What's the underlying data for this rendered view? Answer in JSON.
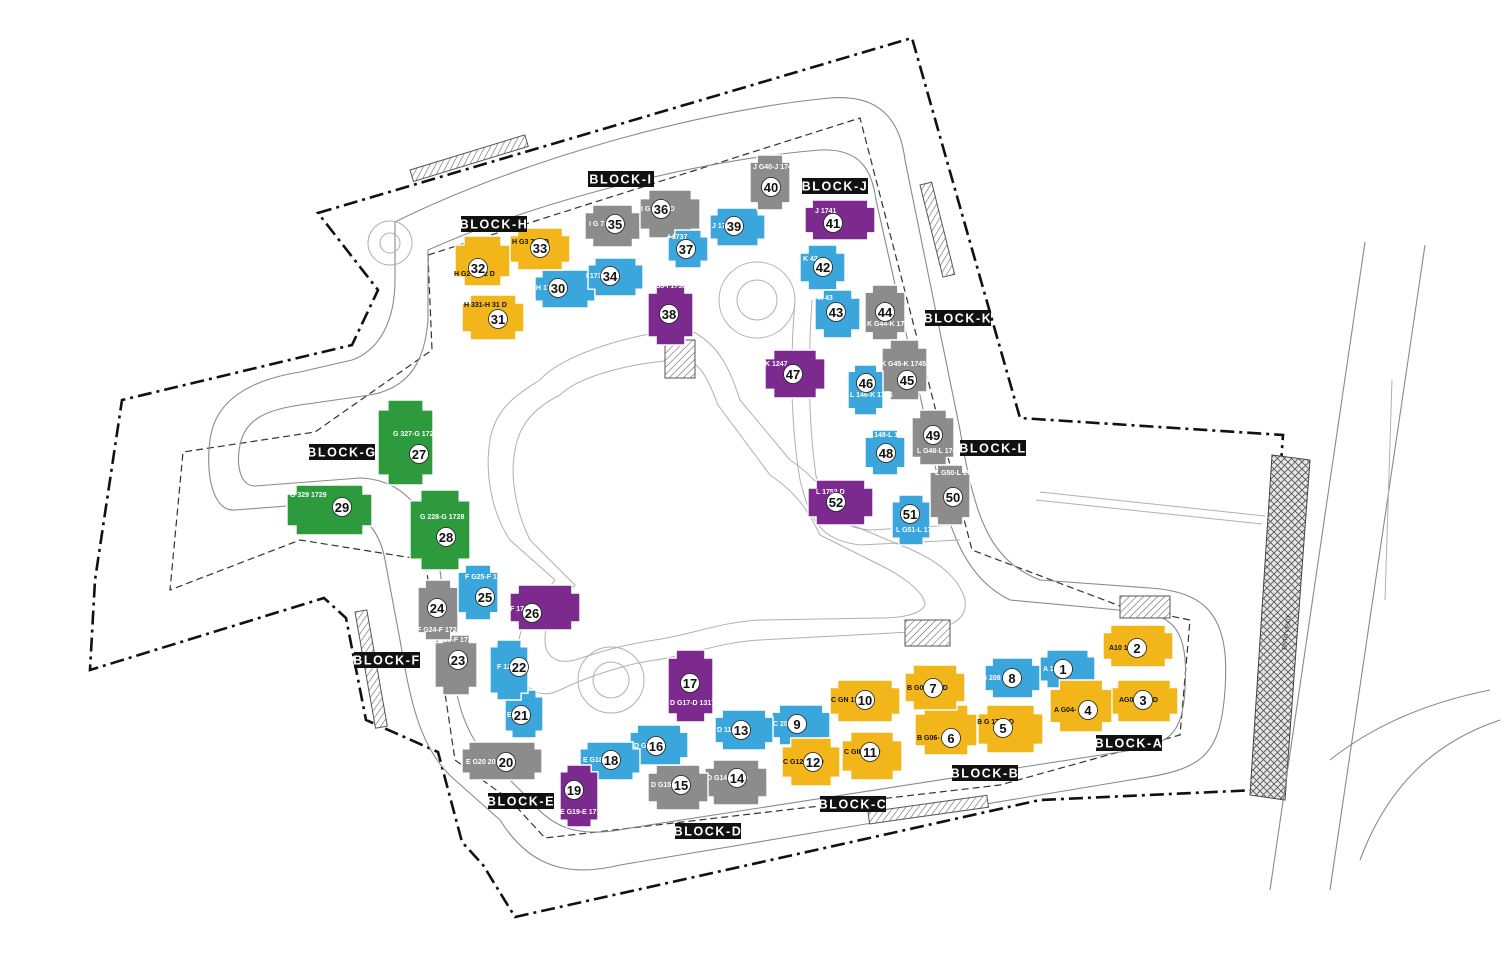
{
  "colors": {
    "yellow": "#f2b61b",
    "blue": "#3ba6dc",
    "purple": "#7c2a8e",
    "gray": "#8c8c8c",
    "green": "#2e9a3e",
    "block_label_bg": "#111111",
    "boundary": "#111111"
  },
  "blocks": [
    {
      "id": "A",
      "label": "BLOCK-A"
    },
    {
      "id": "B",
      "label": "BLOCK-B"
    },
    {
      "id": "C",
      "label": "BLOCK-C"
    },
    {
      "id": "D",
      "label": "BLOCK-D"
    },
    {
      "id": "E",
      "label": "BLOCK-E"
    },
    {
      "id": "F",
      "label": "BLOCK-F"
    },
    {
      "id": "G",
      "label": "BLOCK-G"
    },
    {
      "id": "H",
      "label": "BLOCK-H"
    },
    {
      "id": "I",
      "label": "BLOCK-I"
    },
    {
      "id": "J",
      "label": "BLOCK-J"
    },
    {
      "id": "K",
      "label": "BLOCK-K"
    },
    {
      "id": "L",
      "label": "BLOCK-L"
    }
  ],
  "units": [
    {
      "n": "1",
      "color": "blue",
      "label": "A  1701"
    },
    {
      "n": "2",
      "color": "yellow",
      "label": "A10  1702 D"
    },
    {
      "n": "3",
      "color": "yellow",
      "label": "AG03  703 D"
    },
    {
      "n": "4",
      "color": "yellow",
      "label": "A G04-  04 D"
    },
    {
      "n": "5",
      "color": "yellow",
      "label": "B G  1705 D"
    },
    {
      "n": "6",
      "color": "yellow",
      "label": "B G06-  06 D"
    },
    {
      "n": "7",
      "color": "yellow",
      "label": "B G07  707 D"
    },
    {
      "n": "8",
      "color": "blue",
      "label": "B 208  08"
    },
    {
      "n": "9",
      "color": "blue",
      "label": "C 20  1709"
    },
    {
      "n": "10",
      "color": "yellow",
      "label": "C GN  1710 D"
    },
    {
      "n": "11",
      "color": "yellow",
      "label": "C GII  711 D"
    },
    {
      "n": "12",
      "color": "yellow",
      "label": "C G12  712 D"
    },
    {
      "n": "13",
      "color": "blue",
      "label": "D 113  713"
    },
    {
      "n": "14",
      "color": "gray",
      "label": "D G14  714 D"
    },
    {
      "n": "15",
      "color": "gray",
      "label": "D G15-  15 D"
    },
    {
      "n": "16",
      "color": "blue",
      "label": "D G  1716"
    },
    {
      "n": "17",
      "color": "purple",
      "label": "D G17-D 1317"
    },
    {
      "n": "18",
      "color": "blue",
      "label": "E G18  18"
    },
    {
      "n": "19",
      "color": "purple",
      "label": "E G19-E 1719"
    },
    {
      "n": "20",
      "color": "gray",
      "label": "E G20  20"
    },
    {
      "n": "21",
      "color": "blue",
      "label": "E  21"
    },
    {
      "n": "22",
      "color": "blue",
      "label": "F 122  22"
    },
    {
      "n": "23",
      "color": "gray",
      "label": "F G23-F 1723 D"
    },
    {
      "n": "24",
      "color": "gray",
      "label": "F G24-F 1724 D"
    },
    {
      "n": "25",
      "color": "blue",
      "label": "F G25-F 1725"
    },
    {
      "n": "26",
      "color": "purple",
      "label": "F  1726 D"
    },
    {
      "n": "27",
      "color": "green",
      "label": "G 327-G 1727"
    },
    {
      "n": "28",
      "color": "green",
      "label": "G 228-G 1728"
    },
    {
      "n": "29",
      "color": "green",
      "label": "G 329  1729"
    },
    {
      "n": "30",
      "color": "blue",
      "label": "H  1730"
    },
    {
      "n": "31",
      "color": "yellow",
      "label": "H 331-H  31 D"
    },
    {
      "n": "32",
      "color": "yellow",
      "label": "H G2  1732 D"
    },
    {
      "n": "33",
      "color": "yellow",
      "label": "H G3  733 D"
    },
    {
      "n": "34",
      "color": "blue",
      "label": "I  1734"
    },
    {
      "n": "35",
      "color": "gray",
      "label": "I G  735 D"
    },
    {
      "n": "36",
      "color": "gray",
      "label": "I G  1736 D"
    },
    {
      "n": "37",
      "color": "blue",
      "label": "I  1737"
    },
    {
      "n": "38",
      "color": "purple",
      "label": "I G38-I 1738 D"
    },
    {
      "n": "39",
      "color": "blue",
      "label": "J  1739"
    },
    {
      "n": "40",
      "color": "gray",
      "label": "J G40-J 1740"
    },
    {
      "n": "41",
      "color": "purple",
      "label": "J  1741"
    },
    {
      "n": "42",
      "color": "blue",
      "label": "K  42"
    },
    {
      "n": "43",
      "color": "blue",
      "label": "K  43"
    },
    {
      "n": "44",
      "color": "gray",
      "label": "K G44-K 1744 D"
    },
    {
      "n": "45",
      "color": "gray",
      "label": "K G45-K 1745 D"
    },
    {
      "n": "46",
      "color": "blue",
      "label": "L 146-K 1746"
    },
    {
      "n": "47",
      "color": "purple",
      "label": "K  1247"
    },
    {
      "n": "48",
      "color": "blue",
      "label": "L 148-L 1748"
    },
    {
      "n": "49",
      "color": "gray",
      "label": "L G48-L 1749 D"
    },
    {
      "n": "50",
      "color": "gray",
      "label": "L G50-L 1750 D"
    },
    {
      "n": "51",
      "color": "blue",
      "label": "L G51-L 1751"
    },
    {
      "n": "52",
      "color": "purple",
      "label": "L  1752 D"
    }
  ],
  "road_annotation": "ENTRY/EXIT"
}
